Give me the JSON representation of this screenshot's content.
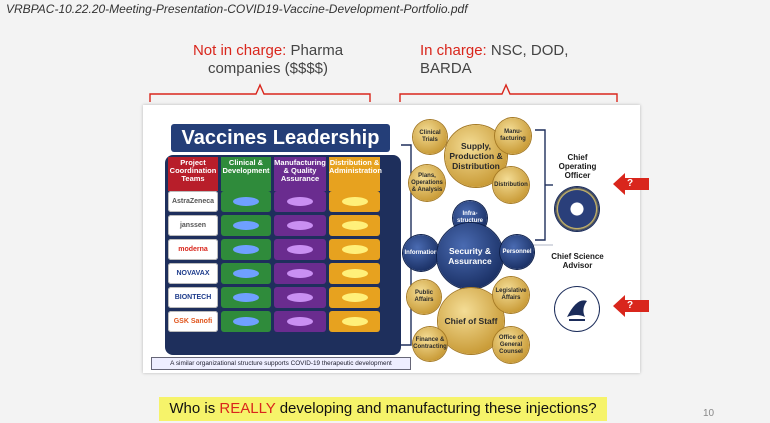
{
  "document": {
    "title": "VRBPAC-10.22.20-Meeting-Presentation-COVID19-Vaccine-Development-Portfolio.pdf"
  },
  "annotations": {
    "left_label_red": "Not in charge:",
    "left_label_rest": " Pharma companies ($$$$)",
    "right_label_red": "In charge:",
    "right_label_rest": " NSC, DOD, BARDA"
  },
  "slide": {
    "title": "Vaccines Leadership",
    "columns": [
      "Project Coordination Teams",
      "Clinical & Development",
      "Manufacturing & Quality Assurance",
      "Distribution & Administration"
    ],
    "companies": [
      "AstraZeneca",
      "janssen",
      "moderna",
      "NOVAVAX",
      "BIONTECH",
      "GSK Sanofi"
    ],
    "caption": "A similar organizational structure supports COVID-19 therapeutic development",
    "circles": {
      "clinical_trials": "Clinical Trials",
      "manufacturing": "Manu-facturing",
      "supply": "Supply, Production & Distribution",
      "plans": "Plans, Operations & Analysis",
      "distribution": "Distribution",
      "infrastructure": "Infra-structure",
      "information": "Information",
      "security": "Security & Assurance",
      "personnel": "Personnel",
      "public_affairs": "Public Affairs",
      "legislative": "Legislative Affairs",
      "chief_of_staff": "Chief of Staff",
      "finance": "Finance & Contracting",
      "counsel": "Office of General Counsel"
    },
    "roles": {
      "coo": "Chief Operating Officer",
      "csa": "Chief Science Advisor"
    },
    "question_mark": "?"
  },
  "bottom": {
    "pre": "Who is ",
    "highlight": "REALLY",
    "post": " developing and manufacturing these injections?"
  },
  "page_number": "10",
  "colors": {
    "accent_red": "#d9261c",
    "navy": "#243e78",
    "gold": "#c99b37",
    "highlight_yellow": "#f6f36a",
    "col_red": "#b81e2a",
    "col_green": "#2f8b3b",
    "col_purple": "#6a2c8f",
    "col_orange": "#e7a21f"
  }
}
